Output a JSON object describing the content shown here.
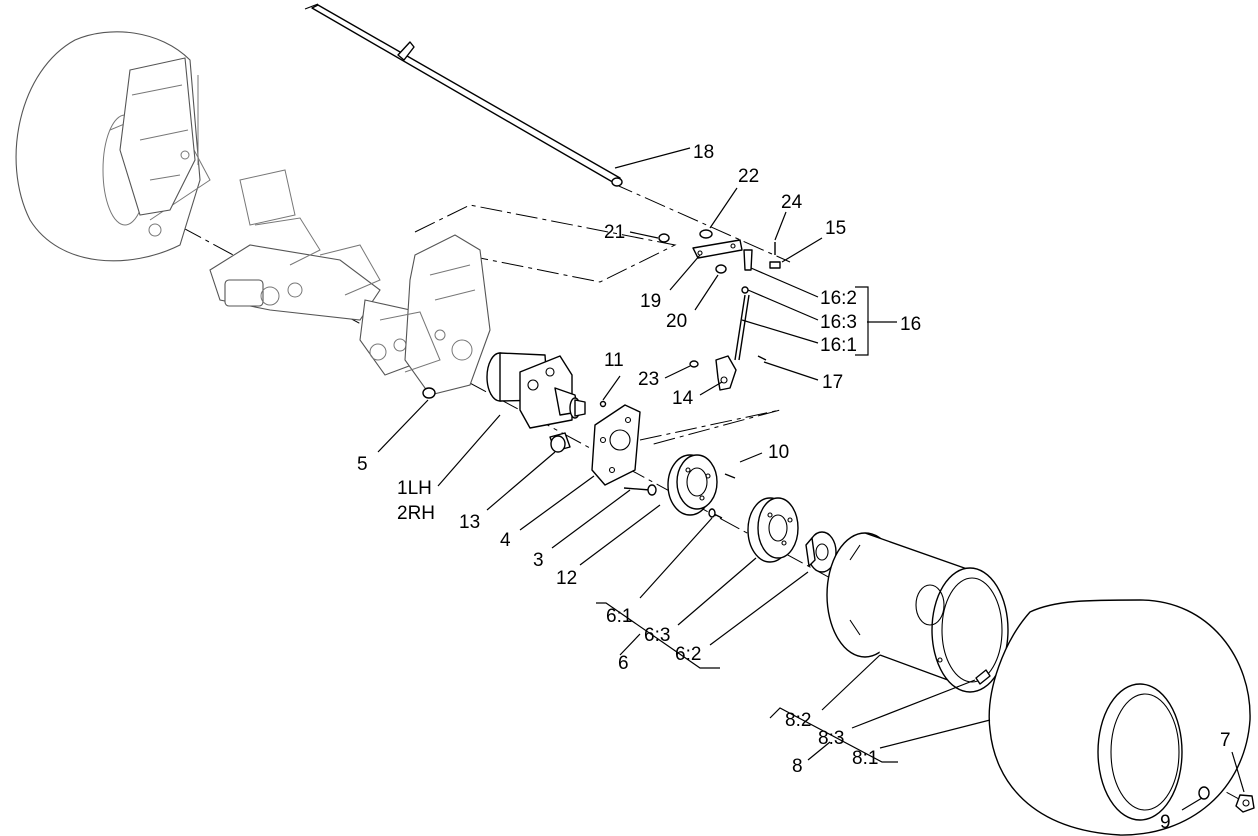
{
  "diagram": {
    "callouts": {
      "c1": "1LH",
      "c2": "2RH",
      "c3": "3",
      "c4": "4",
      "c5": "5",
      "c6": "6",
      "c6_1": "6:1",
      "c6_2": "6:2",
      "c6_3": "6:3",
      "c7": "7",
      "c8": "8",
      "c8_1": "8:1",
      "c8_2": "8:2",
      "c8_3": "8:3",
      "c9": "9",
      "c10": "10",
      "c11": "11",
      "c12": "12",
      "c13": "13",
      "c14": "14",
      "c15": "15",
      "c16": "16",
      "c16_1": "16:1",
      "c16_2": "16:2",
      "c16_3": "16:3",
      "c17": "17",
      "c18": "18",
      "c19": "19",
      "c20": "20",
      "c21": "21",
      "c22": "22",
      "c23": "23",
      "c24": "24"
    }
  }
}
